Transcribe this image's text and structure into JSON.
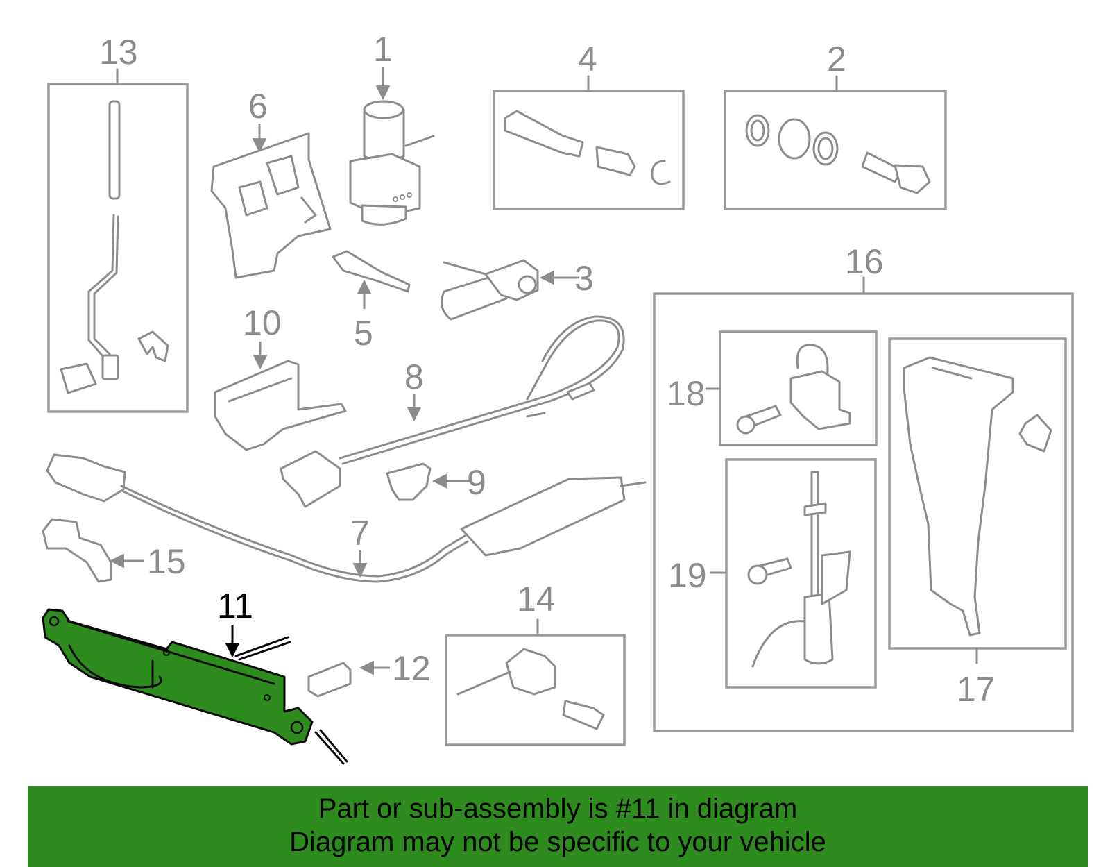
{
  "diagram": {
    "callouts": {
      "c1": "1",
      "c2": "2",
      "c3": "3",
      "c4": "4",
      "c5": "5",
      "c6": "6",
      "c7": "7",
      "c8": "8",
      "c9": "9",
      "c10": "10",
      "c11": "11",
      "c12": "12",
      "c13": "13",
      "c14": "14",
      "c15": "15",
      "c16": "16",
      "c17": "17",
      "c18": "18",
      "c19": "19"
    },
    "highlighted_part": "11"
  },
  "banner": {
    "line1": "Part or sub-assembly is #11 in diagram",
    "line2": "Diagram may not be specific to your vehicle"
  },
  "colors": {
    "highlight": "#2e8b1e",
    "banner_bg": "#2e8b1e",
    "outline": "#8c8c8c"
  }
}
